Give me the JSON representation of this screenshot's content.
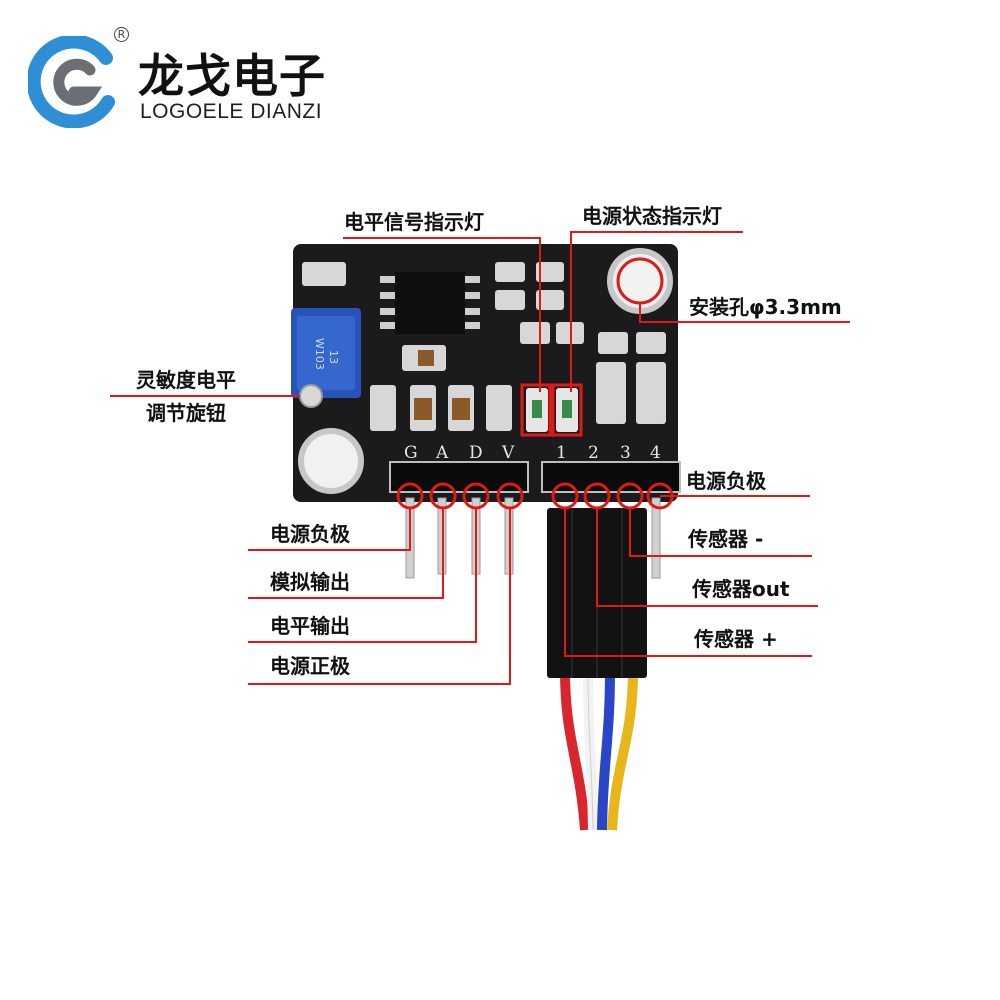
{
  "brand": {
    "name_cn": "龙戈电子",
    "name_en": "LOGOELE DIANZI",
    "registered": "R",
    "colors": {
      "logo_blue": "#2f8fd6",
      "logo_gray": "#6b6f73"
    }
  },
  "board": {
    "left_header_pins": [
      "G",
      "A",
      "D",
      "V"
    ],
    "right_header_pins": [
      "1",
      "2",
      "3",
      "4"
    ],
    "potentiometer_text": [
      "13",
      "W103"
    ],
    "wire_colors": [
      "#d8262c",
      "#ffffff",
      "#2a45c8",
      "#e8b61a"
    ]
  },
  "callouts": {
    "level_led": "电平信号指示灯",
    "power_led": "电源状态指示灯",
    "mount_hole": "安装孔φ3.3mm",
    "pot_line1": "灵敏度电平",
    "pot_line2": "调节旋钮",
    "left_pins": [
      "电源负极",
      "模拟输出",
      "电平输出",
      "电源正极"
    ],
    "right_pins": [
      "电源负极",
      "传感器 -",
      "传感器out",
      "传感器 +"
    ]
  },
  "highlight_color": "#e01818"
}
